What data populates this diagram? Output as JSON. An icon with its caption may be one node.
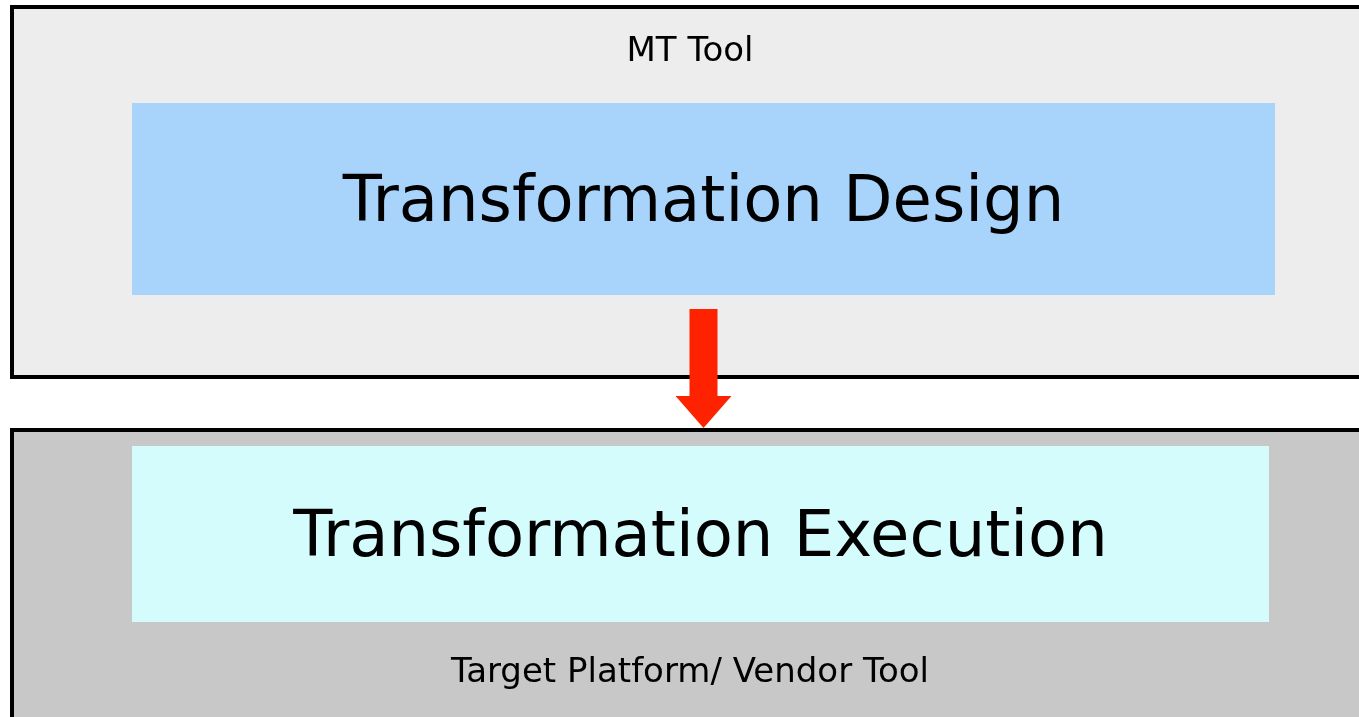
{
  "diagram": {
    "nodes": [
      {
        "text": [
          "MT Tool"
        ]
      },
      {
        "text": [
          "Transformation Design"
        ],
        "in": 0
      },
      {
        "text": [
          "Target Platform/ Vendor Tool"
        ]
      },
      {
        "text": [
          "Transformation Execution"
        ],
        "in": 2
      }
    ],
    "edges": [
      {
        "from": 1,
        "to": 2,
        "arrow": "to",
        "color": "#ff2200"
      }
    ]
  }
}
